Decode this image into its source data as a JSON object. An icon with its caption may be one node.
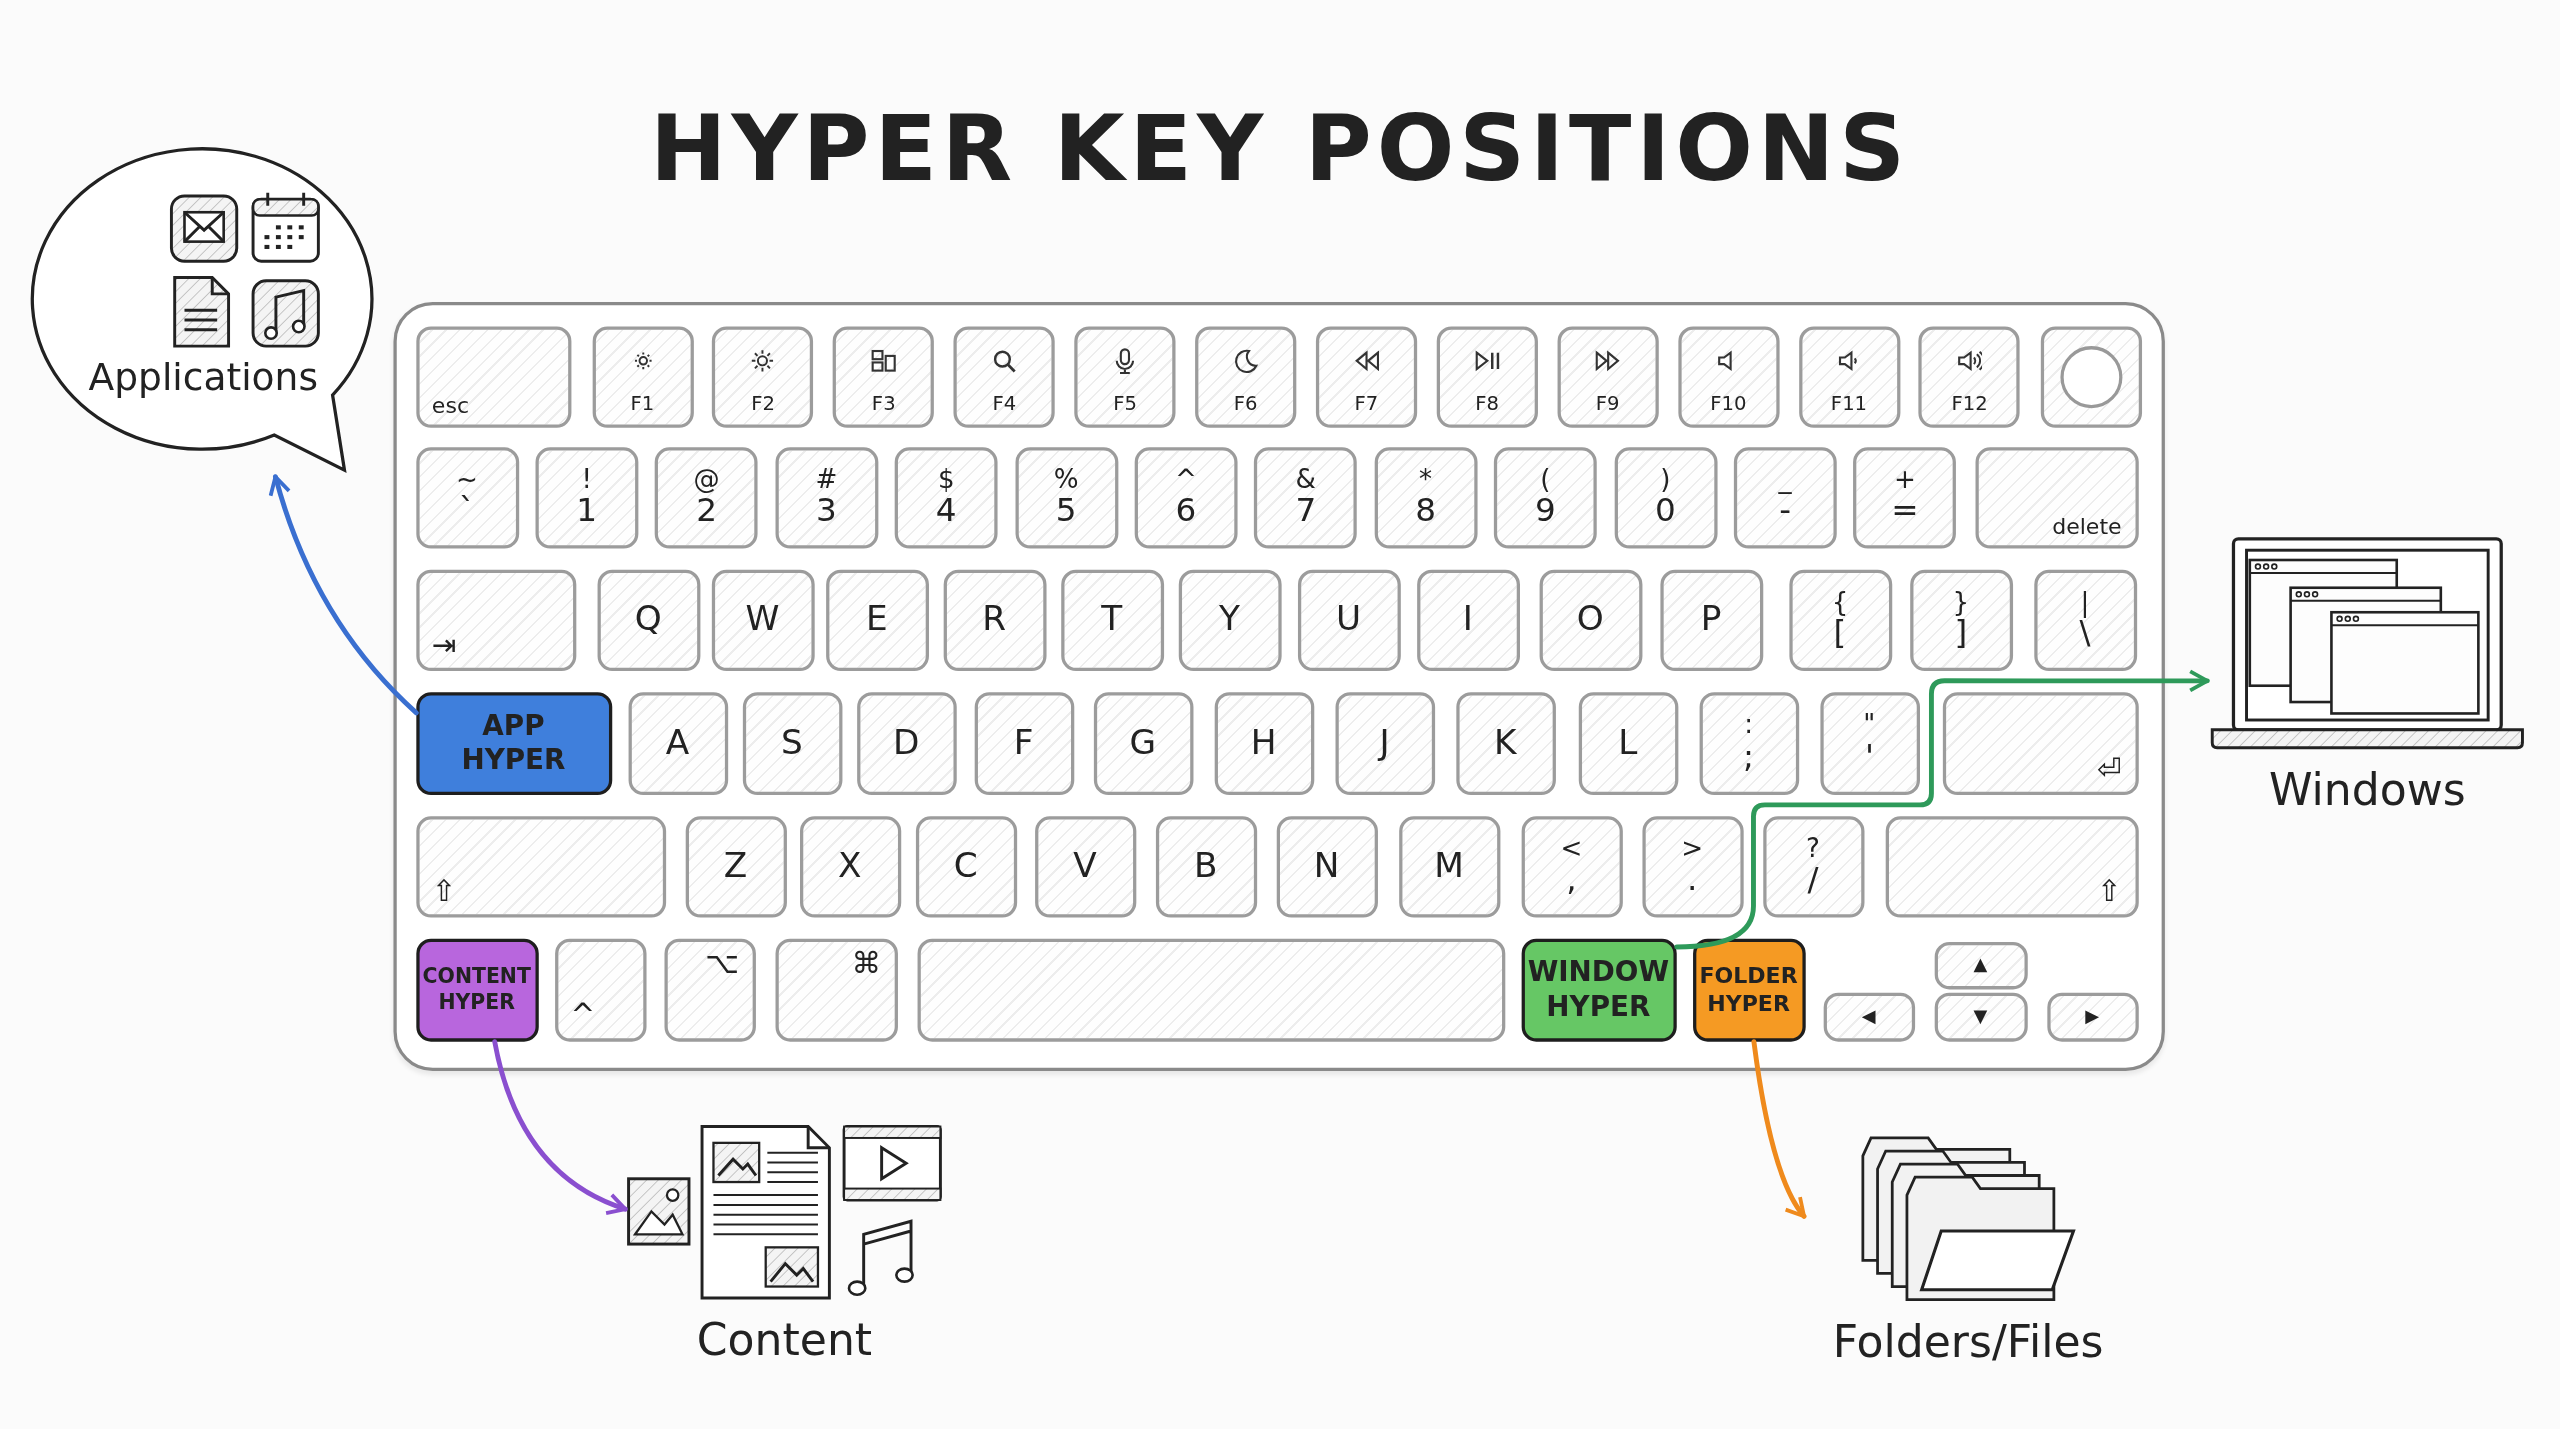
{
  "diagram": {
    "title": "HYPER KEY POSITIONS",
    "nodes": [
      {
        "text": [
          "Applications"
        ]
      },
      {
        "text": [],
        "shape": "box"
      },
      {
        "text": [
          "esc"
        ],
        "in": 1
      },
      {
        "text": [
          "F1"
        ],
        "in": 1
      },
      {
        "text": [
          "F2"
        ],
        "in": 1
      },
      {
        "text": [
          "F3"
        ],
        "in": 1
      },
      {
        "text": [
          "F4"
        ],
        "in": 1
      },
      {
        "text": [
          "F5"
        ],
        "in": 1
      },
      {
        "text": [
          "F6"
        ],
        "in": 1
      },
      {
        "text": [
          "F7"
        ],
        "in": 1
      },
      {
        "text": [
          "F8"
        ],
        "in": 1
      },
      {
        "text": [
          "F9"
        ],
        "in": 1
      },
      {
        "text": [
          "F10"
        ],
        "in": 1
      },
      {
        "text": [
          "F11"
        ],
        "in": 1
      },
      {
        "text": [
          "F12"
        ],
        "in": 1
      },
      {
        "text": [],
        "shape": "box",
        "in": 1
      },
      {
        "text": [
          "~",
          "`"
        ],
        "in": 1
      },
      {
        "text": [
          "!",
          "1"
        ],
        "in": 1
      },
      {
        "text": [
          "@",
          "2"
        ],
        "in": 1
      },
      {
        "text": [
          "#",
          "3"
        ],
        "in": 1
      },
      {
        "text": [
          "$",
          "4"
        ],
        "in": 1
      },
      {
        "text": [
          "%",
          "5"
        ],
        "in": 1
      },
      {
        "text": [
          "^",
          "6"
        ],
        "in": 1
      },
      {
        "text": [
          "&",
          "7"
        ],
        "in": 1
      },
      {
        "text": [
          "*",
          "8"
        ],
        "in": 1
      },
      {
        "text": [
          "(",
          "9"
        ],
        "in": 1
      },
      {
        "text": [
          ")",
          "0"
        ],
        "in": 1
      },
      {
        "text": [
          "_",
          "-"
        ],
        "in": 1
      },
      {
        "text": [
          "+",
          "="
        ],
        "in": 1
      },
      {
        "text": [
          "delete"
        ],
        "in": 1
      },
      {
        "text": [
          "⇥"
        ],
        "in": 1
      },
      {
        "text": [
          "Q"
        ],
        "in": 1
      },
      {
        "text": [
          "W"
        ],
        "in": 1
      },
      {
        "text": [
          "E"
        ],
        "in": 1
      },
      {
        "text": [
          "R"
        ],
        "in": 1
      },
      {
        "text": [
          "T"
        ],
        "in": 1
      },
      {
        "text": [
          "Y"
        ],
        "in": 1
      },
      {
        "text": [
          "U"
        ],
        "in": 1
      },
      {
        "text": [
          "I"
        ],
        "in": 1
      },
      {
        "text": [
          "O"
        ],
        "in": 1
      },
      {
        "text": [
          "P"
        ],
        "in": 1
      },
      {
        "text": [
          "{",
          "["
        ],
        "in": 1
      },
      {
        "text": [
          "}",
          "]"
        ],
        "in": 1
      },
      {
        "text": [
          "|",
          "\\"
        ],
        "in": 1
      },
      {
        "text": [
          "APP HYPER"
        ],
        "in": 1
      },
      {
        "text": [
          "A"
        ],
        "in": 1
      },
      {
        "text": [
          "S"
        ],
        "in": 1
      },
      {
        "text": [
          "D"
        ],
        "in": 1
      },
      {
        "text": [
          "F"
        ],
        "in": 1
      },
      {
        "text": [
          "G"
        ],
        "in": 1
      },
      {
        "text": [
          "H"
        ],
        "in": 1
      },
      {
        "text": [
          "J"
        ],
        "in": 1
      },
      {
        "text": [
          "K"
        ],
        "in": 1
      },
      {
        "text": [
          "L"
        ],
        "in": 1
      },
      {
        "text": [
          ":",
          ";"
        ],
        "in": 1
      },
      {
        "text": [
          "\"",
          "'"
        ],
        "in": 1
      },
      {
        "text": [
          "⏎"
        ],
        "in": 1
      },
      {
        "text": [
          "⇧"
        ],
        "in": 1
      },
      {
        "text": [
          "Z"
        ],
        "in": 1
      },
      {
        "text": [
          "X"
        ],
        "in": 1
      },
      {
        "text": [
          "C"
        ],
        "in": 1
      },
      {
        "text": [
          "V"
        ],
        "in": 1
      },
      {
        "text": [
          "B"
        ],
        "in": 1
      },
      {
        "text": [
          "N"
        ],
        "in": 1
      },
      {
        "text": [
          "M"
        ],
        "in": 1
      },
      {
        "text": [
          "<",
          ","
        ],
        "in": 1
      },
      {
        "text": [
          ">",
          "."
        ],
        "in": 1
      },
      {
        "text": [
          "?",
          "/"
        ],
        "in": 1
      },
      {
        "text": [
          "⇧"
        ],
        "in": 1
      },
      {
        "text": [
          "CONTENT HYPER"
        ],
        "in": 1
      },
      {
        "text": [
          "^"
        ],
        "in": 1
      },
      {
        "text": [
          "⌥"
        ],
        "in": 1
      },
      {
        "text": [
          "⌘"
        ],
        "in": 1
      },
      {
        "text": [],
        "shape": "box",
        "in": 1
      },
      {
        "text": [
          "WINDOW HYPER"
        ],
        "in": 1
      },
      {
        "text": [
          "FOLDER HYPER"
        ],
        "in": 1
      },
      {
        "text": [
          "◀"
        ],
        "in": 1
      },
      {
        "text": [
          "▲"
        ],
        "in": 1
      },
      {
        "text": [
          "▼"
        ],
        "in": 1
      },
      {
        "text": [
          "▶"
        ],
        "in": 1
      },
      {
        "text": [
          "Windows"
        ]
      },
      {
        "text": [
          "Content"
        ]
      },
      {
        "text": [
          "Folders/Files"
        ]
      }
    ],
    "edges": [
      {
        "from": 44,
        "to": 0,
        "arrow": "to",
        "color": "#3a6fd0"
      },
      {
        "from": 69,
        "to": 81,
        "arrow": "to",
        "color": "#8a4fcf"
      },
      {
        "from": 74,
        "to": 80,
        "arrow": "to",
        "color": "#2e9a5a"
      },
      {
        "from": 75,
        "to": 82,
        "arrow": "to",
        "color": "#ef8a1c"
      }
    ]
  }
}
